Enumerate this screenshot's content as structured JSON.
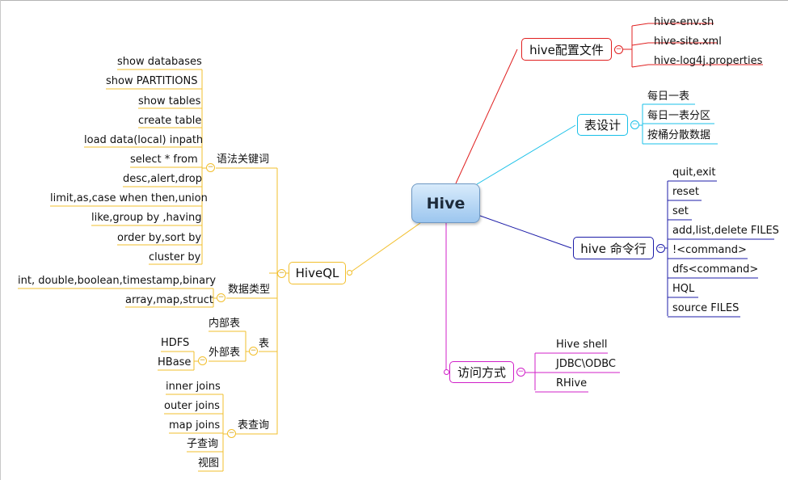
{
  "central": "Hive",
  "branches": {
    "config": {
      "label": "hive配置文件",
      "color": "#e02020",
      "items": [
        "hive-env.sh",
        "hive-site.xml",
        "hive-log4j.properties"
      ]
    },
    "design": {
      "label": "表设计",
      "color": "#18c0e8",
      "items": [
        "每日一表",
        "每日一表分区",
        "按桶分散数据"
      ]
    },
    "cli": {
      "label": "hive 命令行",
      "color": "#1c1ca8",
      "items": [
        "quit,exit",
        "reset",
        "set",
        "add,list,delete FILES",
        "!<command>",
        "dfs<command>",
        "HQL",
        "source FILES"
      ]
    },
    "access": {
      "label": "访问方式",
      "color": "#d020c8",
      "items": [
        "Hive shell",
        "JDBC\\ODBC",
        "RHive"
      ]
    },
    "hiveql": {
      "label": "HiveQL",
      "color": "#f2bf2c",
      "syntax": {
        "label": "语法关键词",
        "items": [
          "show databases",
          "show PARTITIONS",
          "show tables",
          "create table",
          "load data(local) inpath",
          "select * from",
          "desc,alert,drop",
          "limit,as,case when then,union",
          "like,group by ,having",
          "order by,sort by",
          "cluster by"
        ]
      },
      "types": {
        "label": "数据类型",
        "items": [
          "int, double,boolean,timestamp,binary",
          "array,map,struct"
        ]
      },
      "table": {
        "label": "表",
        "internal": "内部表",
        "external": {
          "label": "外部表",
          "items": [
            "HDFS",
            "HBase"
          ]
        }
      },
      "query": {
        "label": "表查询",
        "items": [
          "inner joins",
          "outer joins",
          "map joins",
          "子查询",
          "视图"
        ]
      }
    }
  }
}
